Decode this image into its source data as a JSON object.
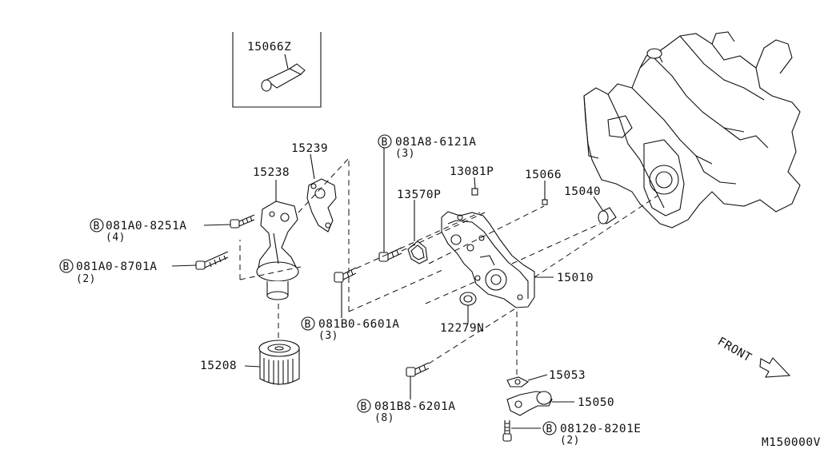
{
  "inset": {
    "part": "15066Z"
  },
  "labels": {
    "p15239": "15239",
    "p15238": "15238",
    "b1_code": "081A0-8251A",
    "b1_qty": "(4)",
    "b2_code": "081A0-8701A",
    "b2_qty": "(2)",
    "p15208": "15208",
    "b3_code": "081A8-6121A",
    "b3_qty": "(3)",
    "p13081p": "13081P",
    "p13570p": "13570P",
    "p15066": "15066",
    "p15040": "15040",
    "p15010": "15010",
    "b4_code": "081B0-6601A",
    "b4_qty": "(3)",
    "p12279n": "12279N",
    "p15053": "15053",
    "p15050": "15050",
    "b5_code": "081B8-6201A",
    "b5_qty": "(8)",
    "b6_code": "08120-8201E",
    "b6_qty": "(2)",
    "front": "FRONT",
    "diagram_id": "M150000V",
    "bolt_mark": "B"
  }
}
